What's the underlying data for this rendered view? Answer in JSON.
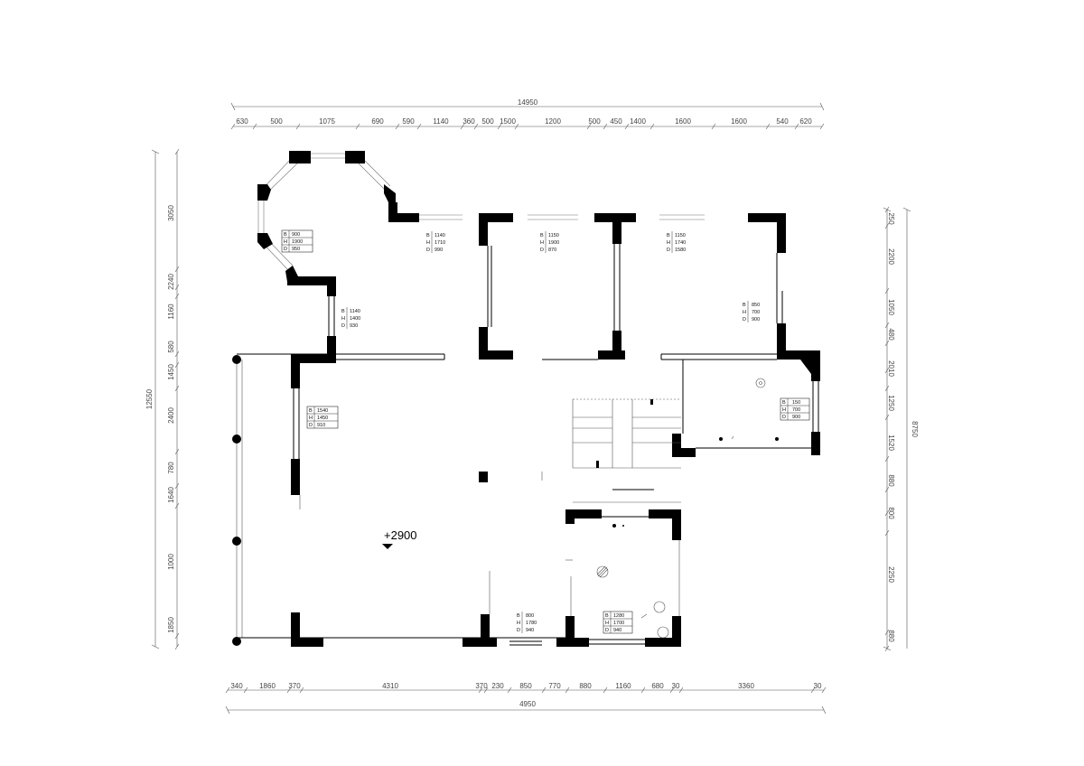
{
  "dimensions": {
    "top_total": "14950",
    "top": [
      "630",
      "500",
      "1075",
      "690",
      "590",
      "1140",
      "360",
      "500",
      "1500",
      "1200",
      "500",
      "450",
      "1400",
      "1600",
      "1600",
      "540",
      "620"
    ],
    "bottom_total": "4950",
    "bottom": [
      "340",
      "1860",
      "370",
      "4310",
      "370",
      "230",
      "850",
      "770",
      "880",
      "1160",
      "680",
      "30",
      "3360",
      "30"
    ],
    "left_total": "12550",
    "left": [
      "3050",
      "2240",
      "1160",
      "580",
      "1450",
      "2400",
      "780",
      "1640",
      "1000",
      "1850"
    ],
    "right_total": "8750",
    "right": [
      "250",
      "2200",
      "1050",
      "480",
      "2010",
      "1250",
      "1520",
      "880",
      "800",
      "2250",
      "880"
    ]
  },
  "level_mark": "+2900",
  "window_tags": [
    {
      "id": "w1",
      "rows": [
        [
          "B",
          "900"
        ],
        [
          "H",
          "1900"
        ],
        [
          "D",
          "950"
        ]
      ]
    },
    {
      "id": "w2",
      "rows": [
        [
          "B",
          "1140"
        ],
        [
          "H",
          "1710"
        ],
        [
          "D",
          "990"
        ]
      ]
    },
    {
      "id": "w3",
      "rows": [
        [
          "B",
          "1150"
        ],
        [
          "H",
          "1900"
        ],
        [
          "D",
          "870"
        ]
      ]
    },
    {
      "id": "w4",
      "rows": [
        [
          "B",
          "1150"
        ],
        [
          "H",
          "1740"
        ],
        [
          "D",
          "1580"
        ]
      ]
    },
    {
      "id": "w5",
      "rows": [
        [
          "B",
          "1140"
        ],
        [
          "H",
          "1400"
        ],
        [
          "D",
          "930"
        ]
      ]
    },
    {
      "id": "w6",
      "rows": [
        [
          "B",
          "850"
        ],
        [
          "H",
          "700"
        ],
        [
          "D",
          "900"
        ]
      ]
    },
    {
      "id": "w7",
      "rows": [
        [
          "B",
          "1540"
        ],
        [
          "H",
          "1450"
        ],
        [
          "D",
          "910"
        ]
      ]
    },
    {
      "id": "w8",
      "rows": [
        [
          "B",
          "150"
        ],
        [
          "H",
          "700"
        ],
        [
          "D",
          "900"
        ]
      ]
    },
    {
      "id": "w9",
      "rows": [
        [
          "B",
          "800"
        ],
        [
          "H",
          "1780"
        ],
        [
          "D",
          "940"
        ]
      ]
    },
    {
      "id": "w10",
      "rows": [
        [
          "B",
          "1280"
        ],
        [
          "H",
          "1700"
        ],
        [
          "D",
          "940"
        ]
      ]
    }
  ]
}
